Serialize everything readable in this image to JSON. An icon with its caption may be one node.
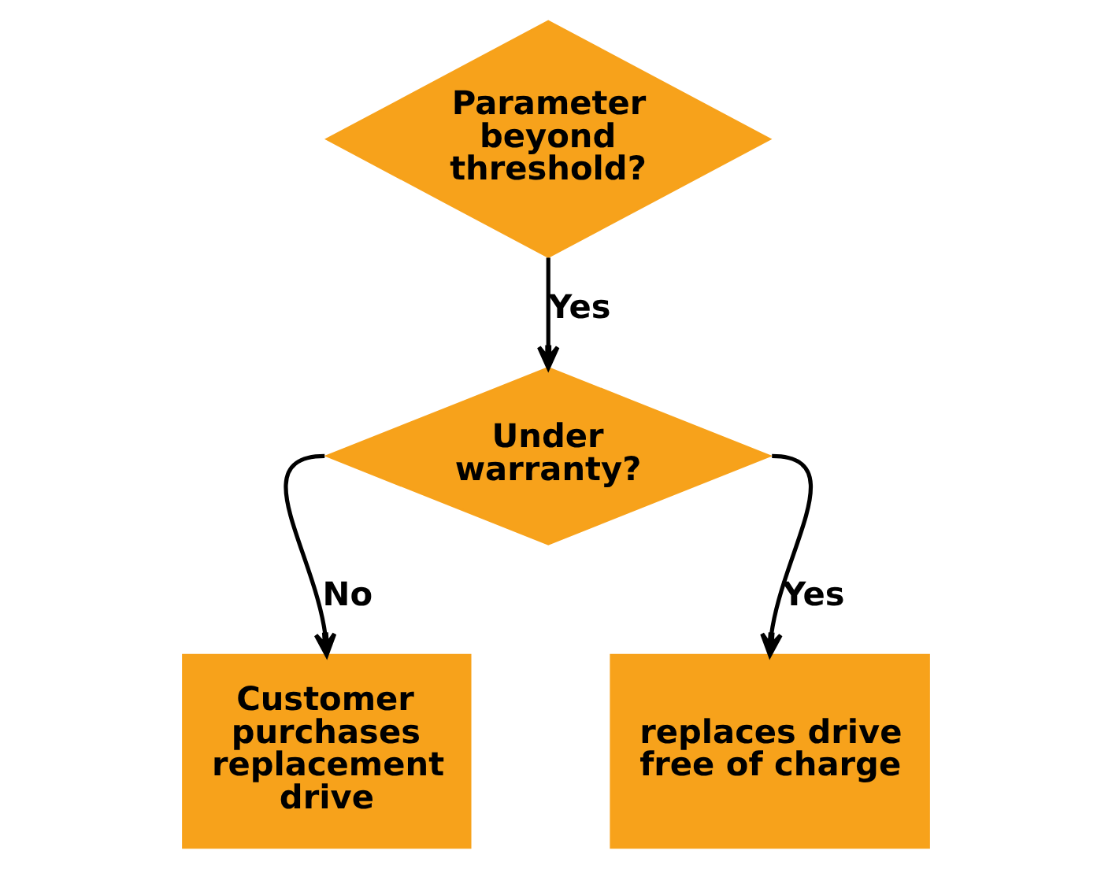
{
  "diagram": {
    "nodes": [
      {
        "text": [
          "Parameter beyond threshold?"
        ]
      },
      {
        "text": [
          "Under warranty?"
        ]
      },
      {
        "text": [
          "Customer purchases replacement drive"
        ]
      },
      {
        "text": [
          "replaces drive free of charge"
        ]
      }
    ],
    "edges": [
      {
        "from": 0,
        "to": 1,
        "arrow": "to",
        "label": "Yes"
      },
      {
        "from": 1,
        "to": 2,
        "arrow": "to",
        "label": "No"
      },
      {
        "from": 1,
        "to": 3,
        "arrow": "to",
        "label": "Yes"
      }
    ]
  }
}
